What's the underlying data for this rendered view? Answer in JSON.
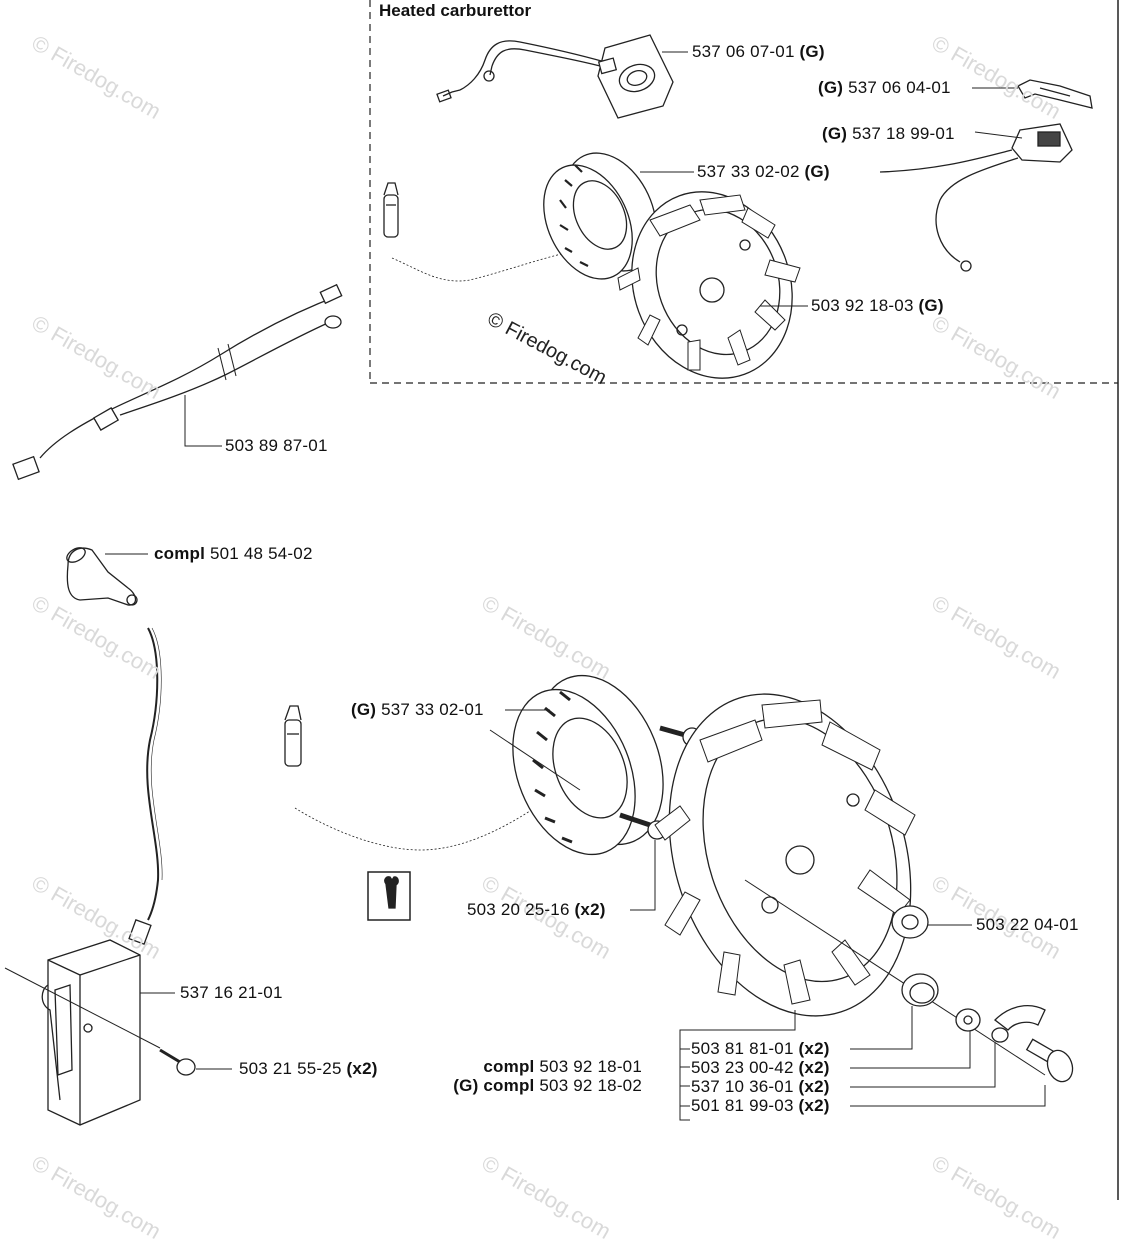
{
  "heated_carburettor_section": {
    "title": "Heated carburettor",
    "parts": [
      {
        "number": "537 06 07-01",
        "code": "(G)"
      },
      {
        "number": "537 06 04-01",
        "code": "(G)"
      },
      {
        "number": "537 18 99-01",
        "code": "(G)"
      },
      {
        "number": "537 33 02-02",
        "code": "(G)"
      },
      {
        "number": "503 92 18-03",
        "code": "(G)"
      }
    ]
  },
  "wire_harness": {
    "number": "503 89 87-01"
  },
  "spark_plug_cap": {
    "prefix": "compl",
    "number": "501 48 54-02"
  },
  "magnet_ring": {
    "number": "537 33 02-01",
    "code": "(G)"
  },
  "flywheel_screws": {
    "number": "503 20 25-16",
    "qty": "(x2)"
  },
  "flywheel_nut": {
    "number": "503 22 04-01"
  },
  "ignition_module": {
    "number": "537 16 21-01"
  },
  "module_screws": {
    "number": "503 21 55-25",
    "qty": "(x2)"
  },
  "flywheel_assy": {
    "compl_1": {
      "prefix": "compl",
      "number": "503 92 18-01"
    },
    "compl_2": {
      "code": "(G)",
      "prefix": "compl",
      "number": "503 92 18-02"
    },
    "items": [
      {
        "number": "503 81 81-01",
        "qty": "(x2)"
      },
      {
        "number": "503 23 00-42",
        "qty": "(x2)"
      },
      {
        "number": "537 10 36-01",
        "qty": "(x2)"
      },
      {
        "number": "501 81 99-03",
        "qty": "(x2)"
      }
    ]
  },
  "copyright": "© Firedog.com",
  "watermark": "© Firedog.com",
  "tool_icon": "wrench-icon"
}
